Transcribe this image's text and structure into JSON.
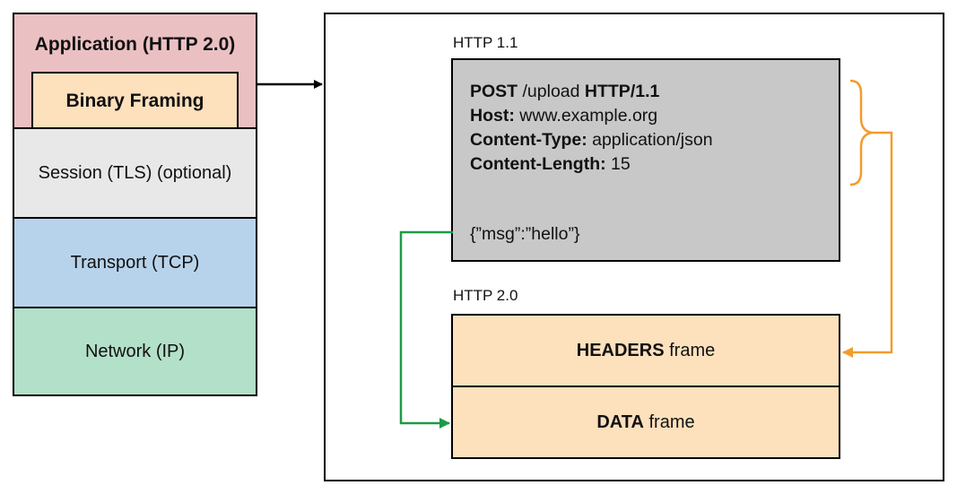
{
  "stack": {
    "application": "Application (HTTP 2.0)",
    "binary_framing": "Binary Framing",
    "session": "Session (TLS) (optional)",
    "transport": "Transport (TCP)",
    "network": "Network (IP)"
  },
  "http11": {
    "caption": "HTTP 1.1",
    "request_line": {
      "method": "POST",
      "path": " /upload ",
      "version": "HTTP/1.1"
    },
    "headers": [
      {
        "name": "Host:",
        "value": " www.example.org"
      },
      {
        "name": "Content-Type:",
        "value": " application/json"
      },
      {
        "name": "Content-Length:",
        "value": " 15"
      }
    ],
    "body": "{”msg”:”hello”}"
  },
  "http20": {
    "caption": "HTTP 2.0",
    "headers_frame": {
      "bold": "HEADERS",
      "rest": " frame"
    },
    "data_frame": {
      "bold": "DATA",
      "rest": " frame"
    }
  },
  "colors": {
    "application": "#ebc0c3",
    "framing": "#fde0bc",
    "session": "#e8e8e8",
    "transport": "#b7d3eb",
    "network": "#b3e0c9",
    "http11_box": "#c8c8c8",
    "headers_arrow": "#f39c2b",
    "data_arrow": "#1e9a46"
  }
}
